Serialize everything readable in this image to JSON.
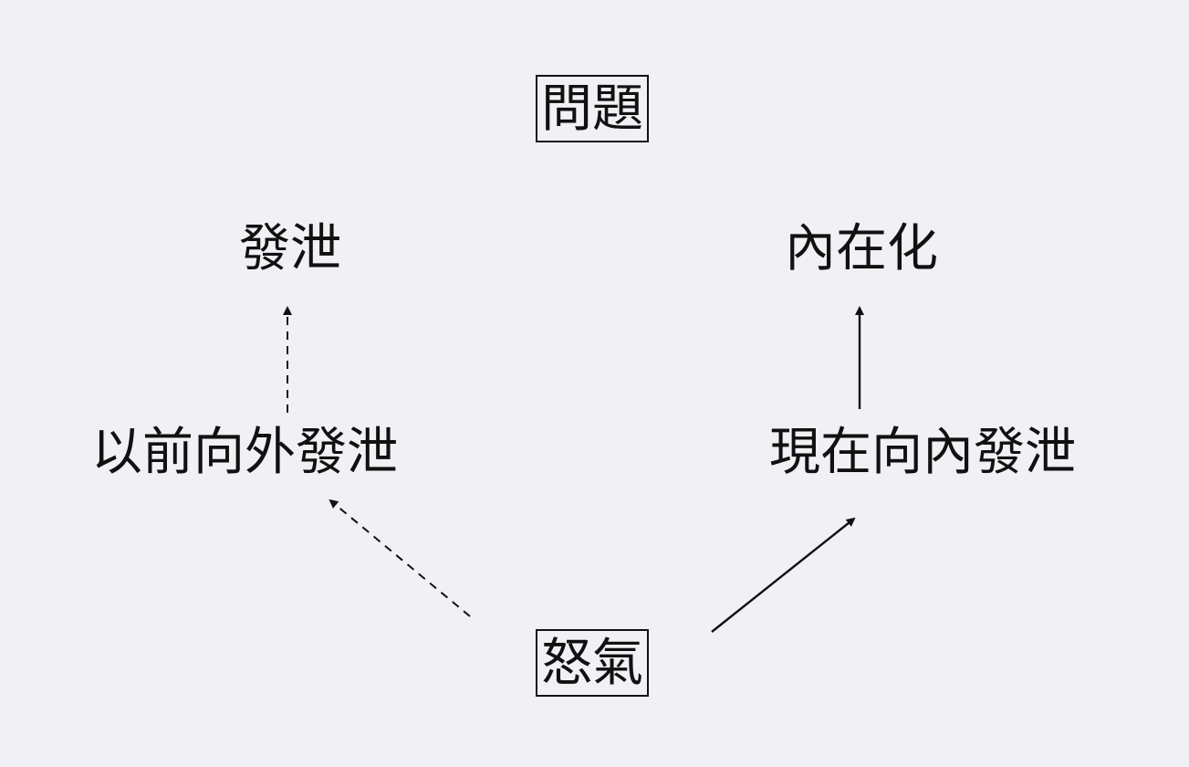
{
  "diagram": {
    "nodes": {
      "top": "問題",
      "left_upper": "發泄",
      "right_upper": "內在化",
      "left_middle": "以前向外發泄",
      "right_middle": "現在向內發泄",
      "bottom": "怒氣"
    },
    "edges": [
      {
        "from": "bottom",
        "to": "left_middle",
        "style": "dashed"
      },
      {
        "from": "left_middle",
        "to": "left_upper",
        "style": "dashed"
      },
      {
        "from": "bottom",
        "to": "right_middle",
        "style": "solid"
      },
      {
        "from": "right_middle",
        "to": "right_upper",
        "style": "solid"
      }
    ],
    "colors": {
      "background": "#f1f0f4",
      "ink": "#111111"
    }
  }
}
